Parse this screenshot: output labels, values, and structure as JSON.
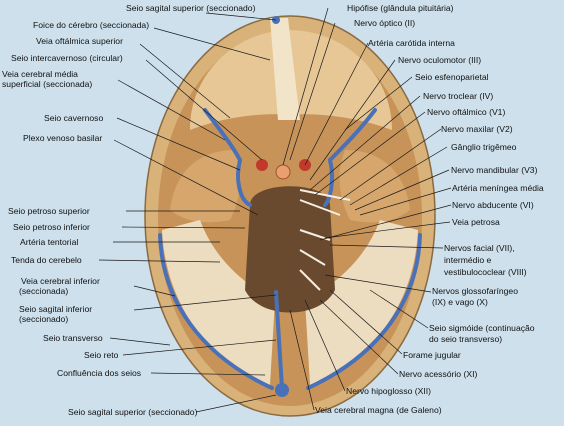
{
  "colors": {
    "background": "#cde0ec",
    "bone_outer": "#d9b27a",
    "bone_inner": "#c79358",
    "dura": "#ecdcc0",
    "vein": "#4a71b8",
    "leader": "#1a1a1a",
    "brainstem": "#6a4a2e"
  },
  "labels": {
    "seio_sagital_superior_top": "Seio sagital superior (seccionado)",
    "foice_do_cerebro": "Foice do cérebro (seccionada)",
    "veia_oftalmica_superior": "Veia oftálmica superior",
    "seio_intercavernoso": "Seio intercavernoso (circular)",
    "veia_cerebral_media_1": "Veia cerebral média",
    "veia_cerebral_media_2": "superficial (seccionada)",
    "seio_cavernoso": "Seio cavernoso",
    "plexo_venoso_basilar": "Plexo venoso basilar",
    "seio_petroso_superior": "Seio petroso superior",
    "seio_petroso_inferior": "Seio petroso inferior",
    "arteria_tentorial": "Artéria tentorial",
    "tenda_do_cerebelo": "Tenda do cerebelo",
    "veia_cerebral_inferior_1": "Veia cerebral inferior",
    "veia_cerebral_inferior_2": "(seccionada)",
    "seio_sagital_inferior_1": "Seio sagital inferior",
    "seio_sagital_inferior_2": "(seccionado)",
    "seio_transverso": "Seio transverso",
    "seio_reto": "Seio reto",
    "confluencia_dos_seios": "Confluência dos seios",
    "seio_sagital_superior_bottom": "Seio sagital superior (seccionado)",
    "hipofise": "Hipófise (glândula pituitária)",
    "nervo_optico": "Nervo óptico (II)",
    "arteria_carotida_interna": "Artéria carótida interna",
    "nervo_oculomotor": "Nervo oculomotor (III)",
    "seio_esfenoparietal": "Seio esfenoparietal",
    "nervo_troclear": "Nervo troclear (IV)",
    "nervo_oftalmico": "Nervo oftálmico (V1)",
    "nervo_maxilar": "Nervo maxilar (V2)",
    "ganglio_trigemeo": "Gânglio trigêmeo",
    "nervo_mandibular": "Nervo mandibular (V3)",
    "arteria_meningea_media": "Artéria meníngea média",
    "nervo_abducente": "Nervo abducente (VI)",
    "veia_petrosa": "Veia petrosa",
    "nervos_facial_1": "Nervos facial (VII),",
    "nervos_facial_2": "intermédio e",
    "nervos_facial_3": "vestibulococlear (VIII)",
    "nervos_glosso_1": "Nervos glossofaríngeo",
    "nervos_glosso_2": "(IX) e vago (X)",
    "seio_sigmoide_1": "Seio sigmóide (continuação",
    "seio_sigmoide_2": "do seio transverso)",
    "forame_jugular": "Forame jugular",
    "nervo_acessorio": "Nervo acessório (XI)",
    "nervo_hipoglosso": "Nervo hipoglosso (XII)",
    "veia_cerebral_magna": "Veia cerebral magna (de Galeno)"
  }
}
